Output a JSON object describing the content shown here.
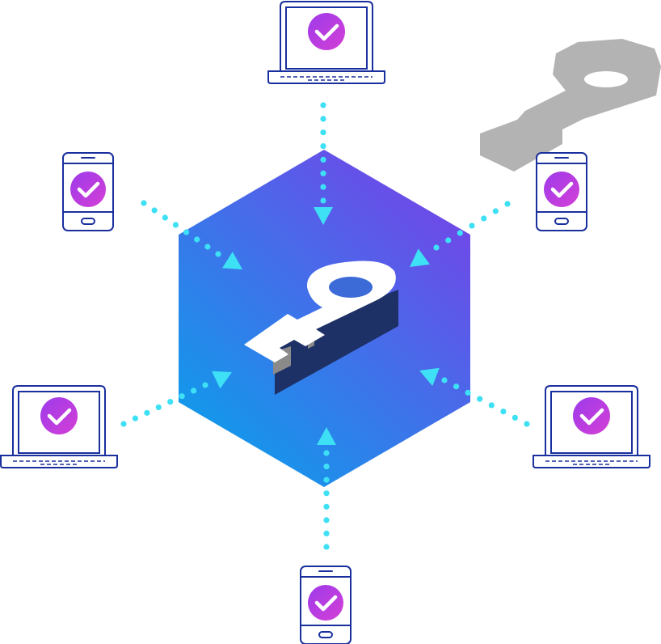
{
  "diagram": {
    "center": {
      "icon": "key-icon",
      "shape": "hexagon"
    },
    "devices": [
      {
        "type": "laptop",
        "status": "verified",
        "icon": "checkmark-icon"
      },
      {
        "type": "phone",
        "status": "verified",
        "icon": "checkmark-icon"
      },
      {
        "type": "laptop",
        "status": "verified",
        "icon": "checkmark-icon"
      },
      {
        "type": "phone",
        "status": "verified",
        "icon": "checkmark-icon"
      },
      {
        "type": "laptop",
        "status": "verified",
        "icon": "checkmark-icon"
      },
      {
        "type": "phone",
        "status": "verified",
        "icon": "checkmark-icon"
      }
    ],
    "decoration": {
      "icon": "gray-key-icon"
    },
    "colors": {
      "hex_top": "#7048e8",
      "hex_bottom": "#0e9ceb",
      "device_outline": "#1a2f9e",
      "badge_start": "#9d3bea",
      "badge_end": "#d43fd6",
      "connector": "#3ee0f5",
      "gray_key": "#b3b3b3",
      "key_face": "#ffffff",
      "key_side": "#1d3166"
    }
  }
}
